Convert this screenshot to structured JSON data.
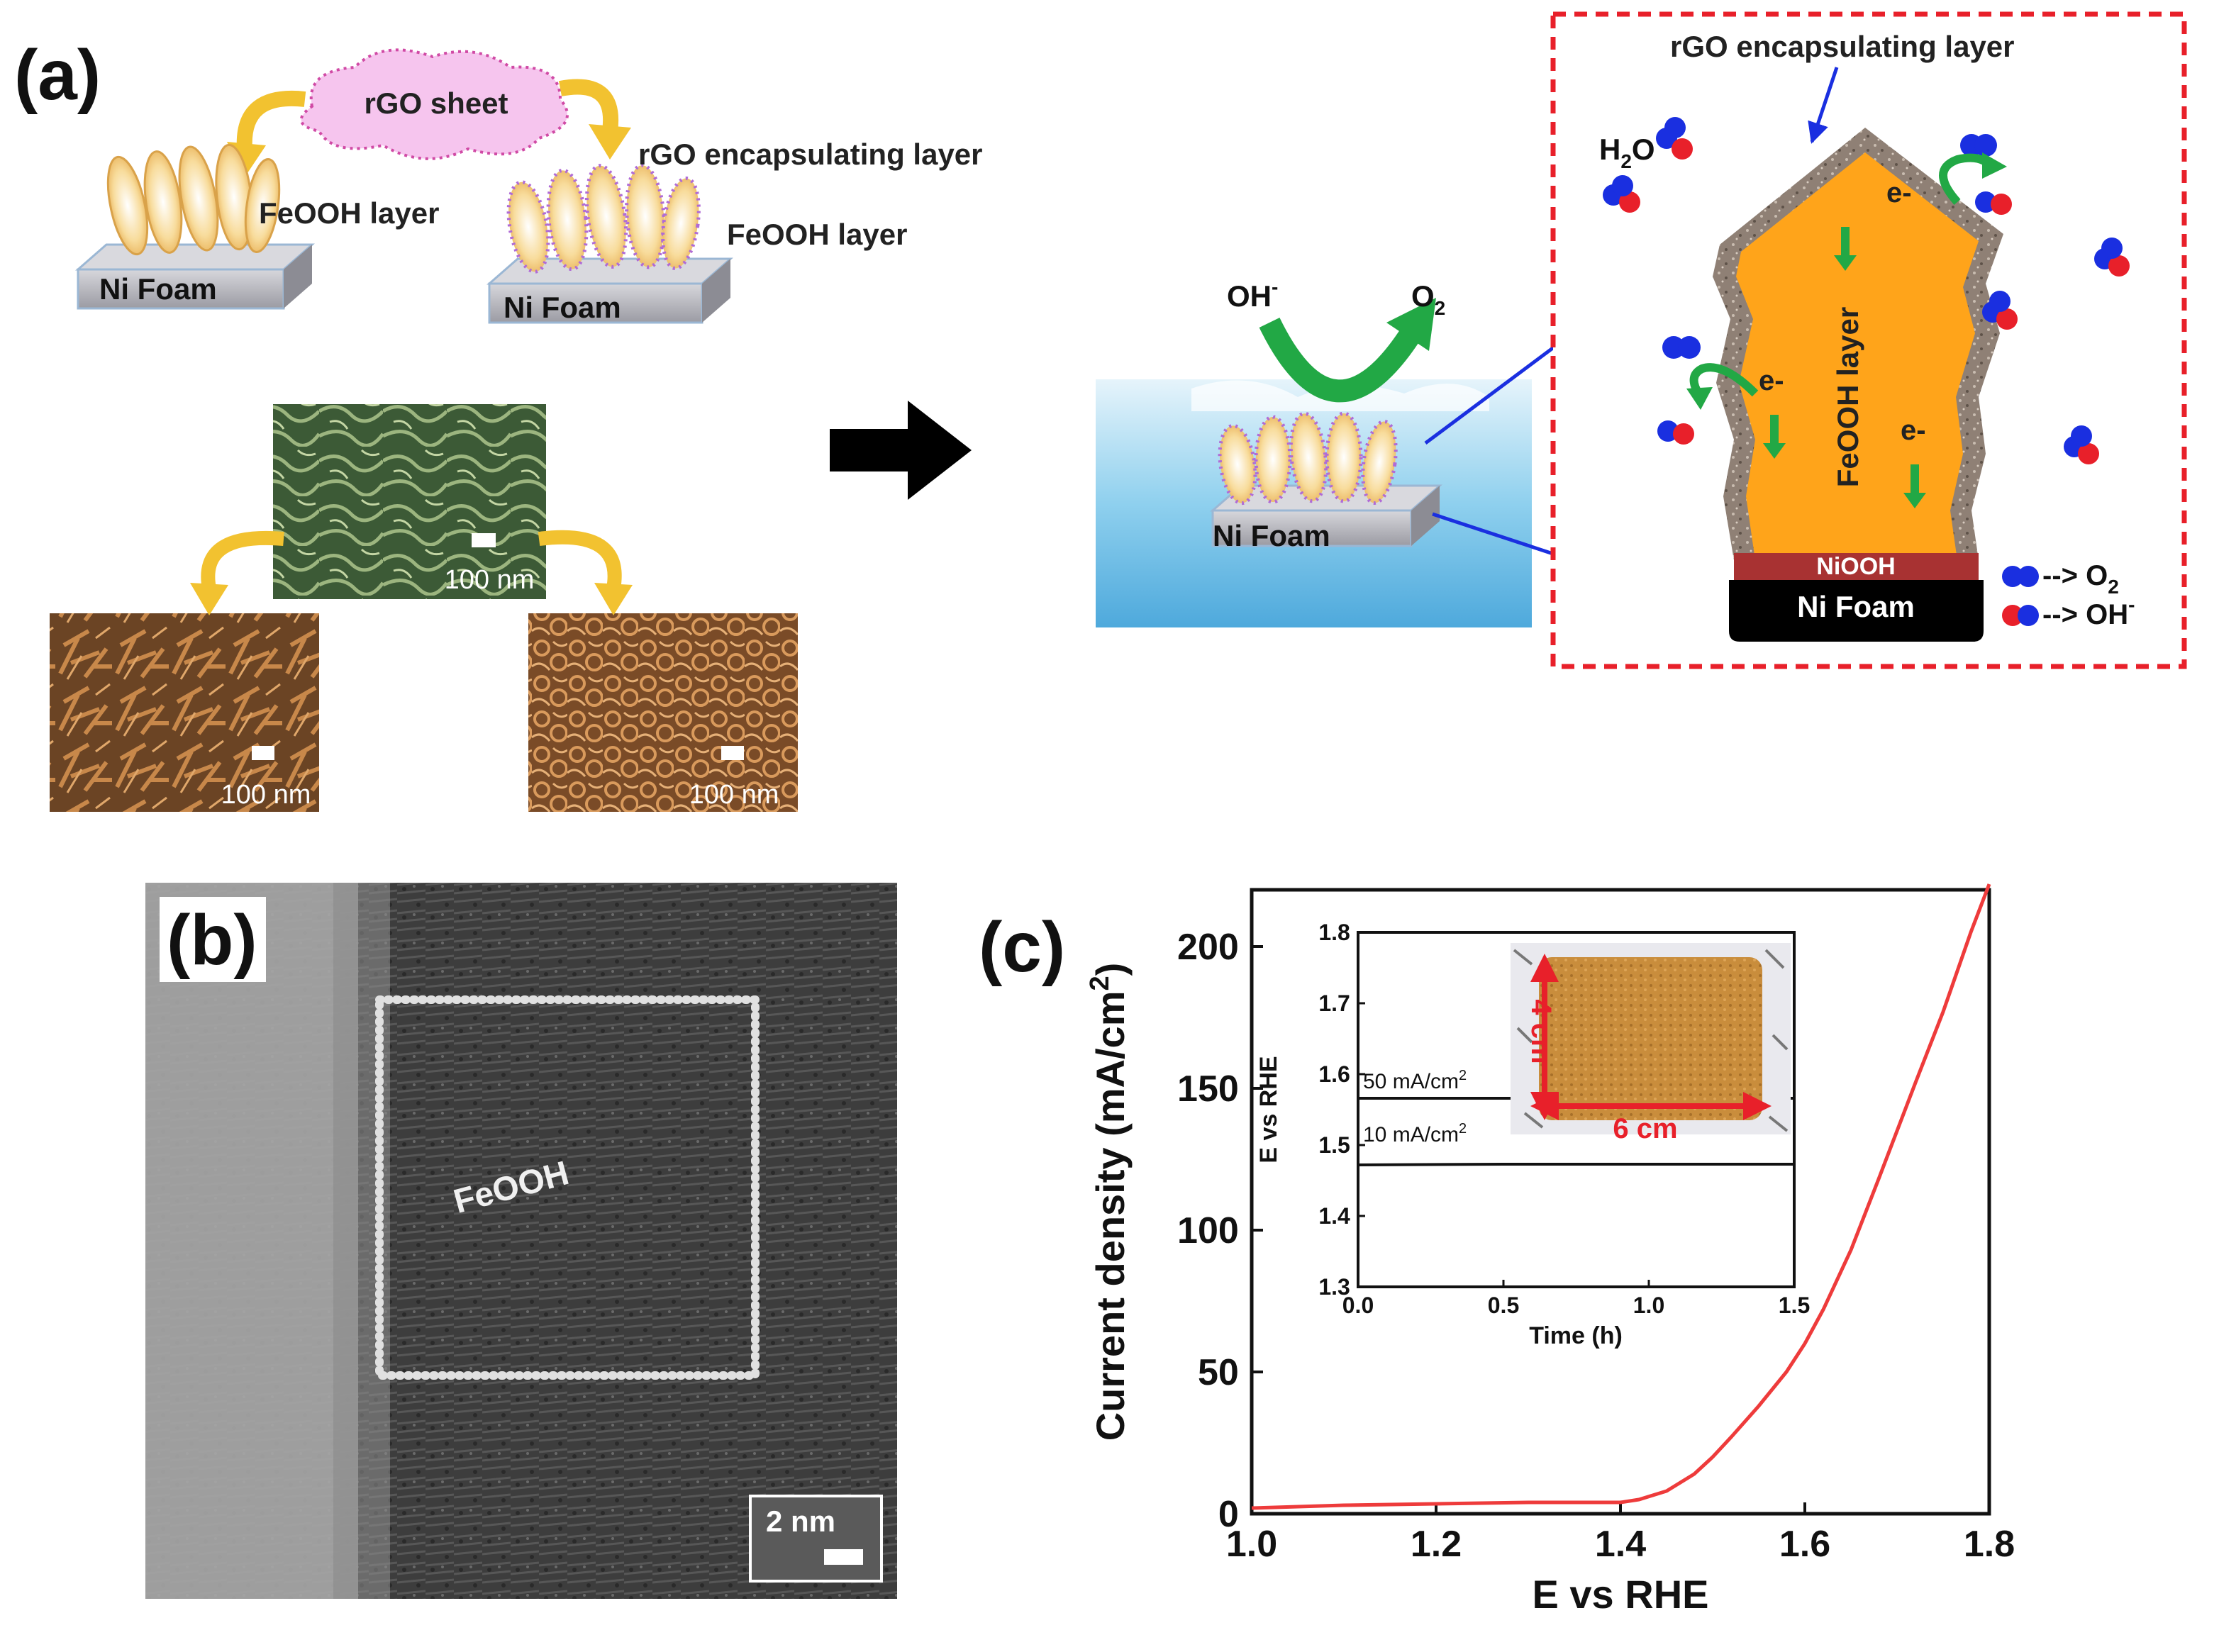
{
  "panel_a": {
    "label": "(a)",
    "rgo_sheet": "rGO sheet",
    "feooh_layer": "FeOOH layer",
    "ni_foam": "Ni Foam",
    "rgo_encapsulating_layer": "rGO encapsulating layer",
    "scale_bar": "100 nm",
    "oh": "OH",
    "oh_sup": "-",
    "o2": "O",
    "o2_sub": "2",
    "detail": {
      "rgo_encapsulating_layer": "rGO encapsulating layer",
      "h2o": "H",
      "h2o_sub": "2",
      "h2o_tail": "O",
      "electron": "e-",
      "feooh_layer": "FeOOH layer",
      "niooh": "NiOOH",
      "ni_foam": "Ni Foam",
      "legend_o2": "--> O",
      "legend_o2_sub": "2",
      "legend_oh": "--> OH",
      "legend_oh_sup": "-"
    }
  },
  "panel_b": {
    "label": "(b)",
    "region_label": "FeOOH",
    "scale_bar": "2 nm"
  },
  "panel_c": {
    "label": "(c)",
    "photo_width": "6 cm",
    "photo_height": "4 cm",
    "inset_chart_annotations": [
      "50 mA/cm",
      "10 mA/cm"
    ],
    "annotation_sup": "2"
  },
  "colors": {
    "curve": "#ee3b3b",
    "arrow_blue": "#1a2fe0",
    "arrow_green": "#22a845",
    "arrow_yellow": "#f2c230",
    "feooh_orange": "#ffa41a",
    "niooh": "#a83232",
    "frame_red": "#e8202a"
  },
  "chart_data": [
    {
      "type": "line",
      "title": "",
      "xlabel": "E vs RHE",
      "ylabel": "Current density (mA/cm",
      "ylabel_sup": "2",
      "ylabel_tail": ")",
      "xlim": [
        1.0,
        1.8
      ],
      "ylim": [
        0,
        220
      ],
      "xticks": [
        "1.0",
        "1.2",
        "1.4",
        "1.6",
        "1.8"
      ],
      "yticks": [
        "0",
        "50",
        "100",
        "150",
        "200"
      ],
      "grid": false,
      "series": [
        {
          "x": [
            1.0,
            1.1,
            1.2,
            1.3,
            1.4,
            1.42,
            1.45,
            1.48,
            1.5,
            1.52,
            1.55,
            1.58,
            1.6,
            1.62,
            1.65,
            1.68,
            1.7,
            1.72,
            1.75,
            1.78,
            1.8
          ],
          "y": [
            2,
            3,
            3.5,
            4,
            4,
            5,
            8,
            14,
            20,
            27,
            38,
            50,
            60,
            72,
            93,
            118,
            135,
            152,
            177,
            205,
            222
          ]
        }
      ]
    },
    {
      "type": "line",
      "title": "",
      "xlabel": "Time (h)",
      "ylabel": "E vs RHE",
      "xlim": [
        0.0,
        1.5
      ],
      "ylim": [
        1.3,
        1.8
      ],
      "xticks": [
        "0.0",
        "0.5",
        "1.0",
        "1.5"
      ],
      "yticks": [
        "1.3",
        "1.4",
        "1.5",
        "1.6",
        "1.7",
        "1.8"
      ],
      "grid": false,
      "series": [
        {
          "x": [
            0.0,
            0.5,
            1.0,
            1.5
          ],
          "y": [
            1.566,
            1.566,
            1.566,
            1.566
          ]
        },
        {
          "x": [
            0.0,
            0.5,
            1.0,
            1.5
          ],
          "y": [
            1.472,
            1.473,
            1.473,
            1.473
          ]
        }
      ]
    }
  ]
}
